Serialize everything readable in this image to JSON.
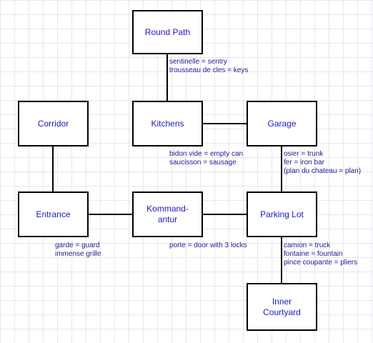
{
  "colors": {
    "room_text": "#1a1acc",
    "note_text": "#1a1a99",
    "line": "#000000",
    "grid": "#e6e6ee"
  },
  "rooms": {
    "round_path": "Round Path",
    "corridor": "Corridor",
    "kitchens": "Kitchens",
    "garage": "Garage",
    "entrance": "Entrance",
    "kommandantur": "Kommand-\nantur",
    "parking_lot": "Parking Lot",
    "inner_courtyard": "Inner\nCourtyard"
  },
  "notes": {
    "round_path": [
      "sentinelle = sentry",
      "trousseau de cles = keys"
    ],
    "kitchens": [
      "bidon vide = empty can",
      "saucisson = sausage"
    ],
    "garage": [
      "osier = trunk",
      "fer = iron bar",
      "(plan du chateau = plan)"
    ],
    "entrance": [
      "garde = guard",
      "immense grille"
    ],
    "kommandantur": [
      "porte = door with 3 locks"
    ],
    "parking_lot": [
      "camion = truck",
      "fontaine = fountain",
      "pince coupante = pliers"
    ]
  }
}
